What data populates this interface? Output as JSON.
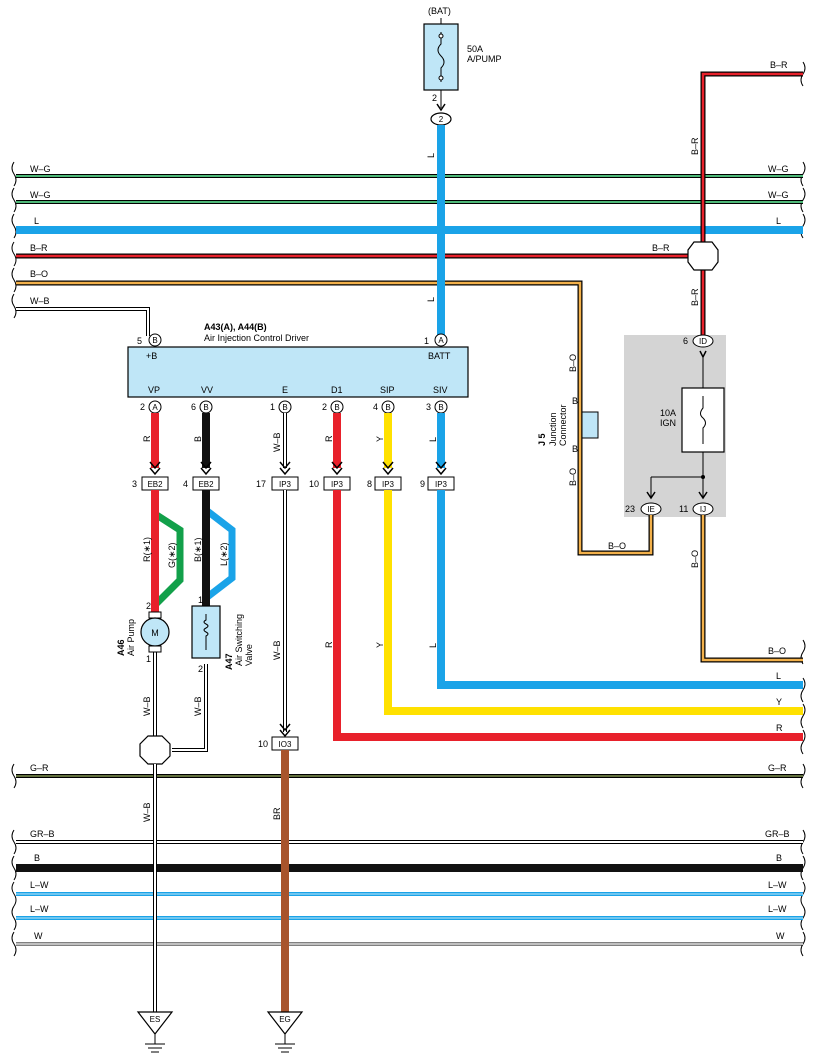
{
  "fuse_bat": {
    "source": "(BAT)",
    "rating": "50A",
    "name": "A/PUMP",
    "pin": "2",
    "conn": "2"
  },
  "bus_lines": {
    "wg1": "W–G",
    "wg2": "W–G",
    "l": "L",
    "br": "B–R",
    "bo": "B–O",
    "wb": "W–B",
    "gr": "G–R",
    "grb": "GR–B",
    "b": "B",
    "lw1": "L–W",
    "lw2": "L–W",
    "w": "W",
    "br_top": "B–R"
  },
  "driver": {
    "ref": "A43(A), A44(B)",
    "name": "Air Injection Control Driver",
    "top_pins": [
      {
        "num": "5",
        "conn": "B",
        "label": "+B"
      },
      {
        "num": "1",
        "conn": "A",
        "label": "BATT"
      }
    ],
    "bottom_pins": [
      {
        "num": "2",
        "conn": "A",
        "label": "VP"
      },
      {
        "num": "6",
        "conn": "B",
        "label": "VV"
      },
      {
        "num": "1",
        "conn": "B",
        "label": "E"
      },
      {
        "num": "2",
        "conn": "B",
        "label": "D1"
      },
      {
        "num": "4",
        "conn": "B",
        "label": "SIP"
      },
      {
        "num": "3",
        "conn": "B",
        "label": "SIV"
      }
    ]
  },
  "wire_labels": {
    "l_top1": "L",
    "l_top2": "L",
    "r1": "R",
    "b1": "B",
    "wb1": "W–B",
    "r2": "R",
    "y1": "Y",
    "l1": "L",
    "r_x1": "R(∗1)",
    "g_x2": "G(∗2)",
    "b_x1": "B(∗1)",
    "l_x2": "L(∗2)",
    "wb2": "W–B",
    "r3": "R",
    "y2": "Y",
    "l3": "L",
    "wb3": "W–B",
    "wb4": "W–B",
    "wb5": "W–B",
    "brn": "BR",
    "br_v1": "B–R",
    "br_v2": "B–R",
    "bo_v1": "B–O",
    "bo_v2": "B–O",
    "bo_h": "B–O",
    "bo_v3": "B–O",
    "end_bo": "B–O",
    "end_l": "L",
    "end_y": "Y",
    "end_r": "R"
  },
  "inline_connectors": [
    {
      "num": "3",
      "name": "EB2"
    },
    {
      "num": "4",
      "name": "EB2"
    },
    {
      "num": "17",
      "name": "IP3"
    },
    {
      "num": "10",
      "name": "IP3"
    },
    {
      "num": "8",
      "name": "IP3"
    },
    {
      "num": "9",
      "name": "IP3"
    }
  ],
  "io3": {
    "num": "10",
    "name": "IO3"
  },
  "air_pump": {
    "ref": "A46",
    "name": "Air Pump",
    "symbol": "M",
    "pin_top": "2",
    "pin_bottom": "1"
  },
  "air_valve": {
    "ref": "A47",
    "name1": "Air Switching",
    "name2": "Valve",
    "pin_top": "1",
    "pin_bottom": "2"
  },
  "jconn": {
    "ref": "J 5",
    "name1": "Junction",
    "name2": "Connector",
    "pin_top": "B",
    "pin_bottom": "B"
  },
  "jb": {
    "top_num": "6",
    "top_conn": "ID",
    "fuse_rating": "10A",
    "fuse_name": "IGN",
    "left_num": "23",
    "left_conn": "IE",
    "right_num": "11",
    "right_conn": "IJ"
  },
  "grounds": {
    "es": "ES",
    "eg": "EG"
  },
  "colors": {
    "light_blue": "#1aa3e8",
    "red": "#e8212b",
    "yellow": "#ffe100",
    "black": "#111111",
    "green": "#12a04a",
    "orange": "#f2b04a",
    "brown": "#a8542c",
    "component_fill": "#bfe6f7",
    "junction_block": "#d4d4d4"
  }
}
